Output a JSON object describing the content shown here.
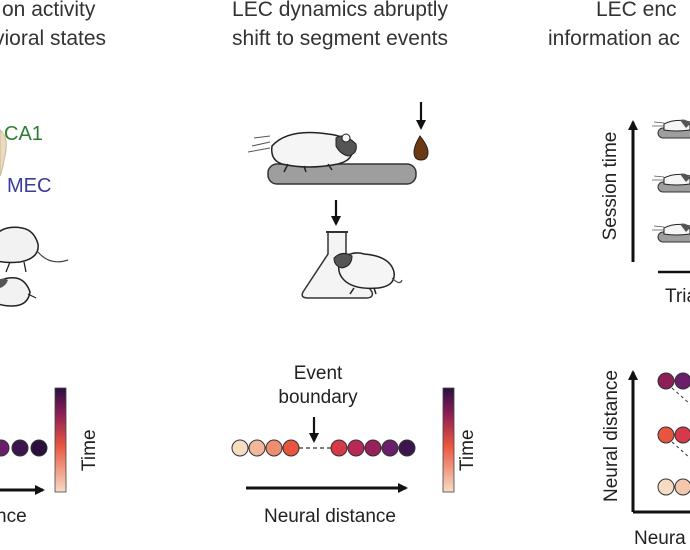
{
  "panels": {
    "left": {
      "title_line1": "on activity",
      "title_line2": "vioral states",
      "region_ca1": "CA1",
      "region_mec": "MEC",
      "colorbar_label": "Time",
      "axis_label": "nce"
    },
    "middle": {
      "title_line1": "LEC dynamics abruptly",
      "title_line2": "shift to segment events",
      "event_boundary_line1": "Event",
      "event_boundary_line2": "boundary",
      "colorbar_label": "Time",
      "axis_label": "Neural distance"
    },
    "right": {
      "title_line1": "LEC enc",
      "title_line2": "information ac",
      "y_axis_label_top": "Session time",
      "x_axis_label_top": "Tria",
      "y_axis_label_bottom": "Neural distance",
      "x_axis_label_bottom": "Neura"
    }
  },
  "colors": {
    "region_ca1": "#2e7d32",
    "region_mec": "#3b3b9e",
    "time_early": "#f7dcc4",
    "time_mid": "#e8553f",
    "time_late": "#2a0f3f",
    "stick": "#9e9e9e",
    "drop": "#6b3a12"
  },
  "icons": [
    "mouse-icon",
    "water-drop-icon",
    "flask-icon",
    "arrow-down-icon",
    "arrow-right-icon",
    "arrow-up-icon"
  ]
}
